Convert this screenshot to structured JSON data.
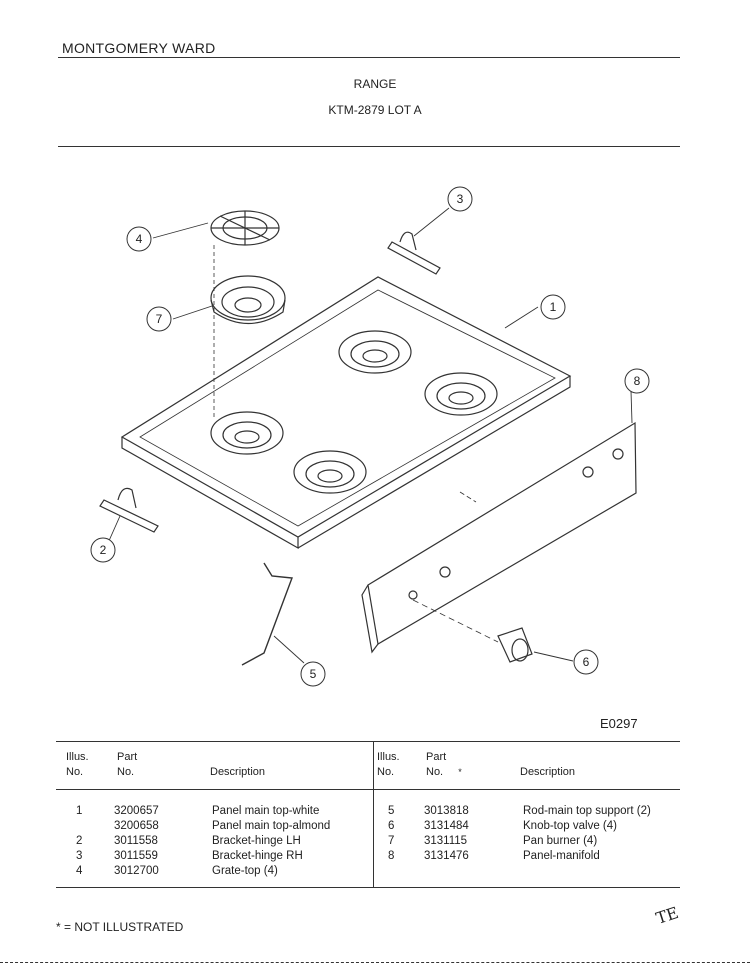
{
  "header": {
    "brand": "MONTGOMERY WARD",
    "title": "RANGE",
    "model": "KTM-2879 LOT A"
  },
  "diagram": {
    "code": "E0297",
    "callouts": [
      "1",
      "2",
      "3",
      "4",
      "5",
      "6",
      "7",
      "8"
    ]
  },
  "table": {
    "left_headers": {
      "illus": "Illus.",
      "illus_no": "No.",
      "part": "Part",
      "part_no": "No.",
      "description": "Description"
    },
    "right_headers": {
      "illus": "Illus.",
      "illus_no": "No.",
      "part": "Part",
      "part_no": "No.",
      "mark": "*",
      "description": "Description"
    },
    "left_rows": [
      {
        "illus": "1",
        "part": "3200657",
        "desc": "Panel main top-white"
      },
      {
        "illus": "",
        "part": "3200658",
        "desc": "Panel main top-almond"
      },
      {
        "illus": "2",
        "part": "3011558",
        "desc": "Bracket-hinge LH"
      },
      {
        "illus": "3",
        "part": "3011559",
        "desc": "Bracket-hinge RH"
      },
      {
        "illus": "4",
        "part": "3012700",
        "desc": "Grate-top (4)"
      }
    ],
    "right_rows": [
      {
        "illus": "5",
        "part": "3013818",
        "desc": "Rod-main top support (2)"
      },
      {
        "illus": "6",
        "part": "3131484",
        "desc": "Knob-top valve (4)"
      },
      {
        "illus": "7",
        "part": "3131115",
        "desc": "Pan burner (4)"
      },
      {
        "illus": "8",
        "part": "3131476",
        "desc": "Panel-manifold"
      }
    ]
  },
  "footer": {
    "note": "* = NOT ILLUSTRATED",
    "handwritten_mark": "TE"
  }
}
